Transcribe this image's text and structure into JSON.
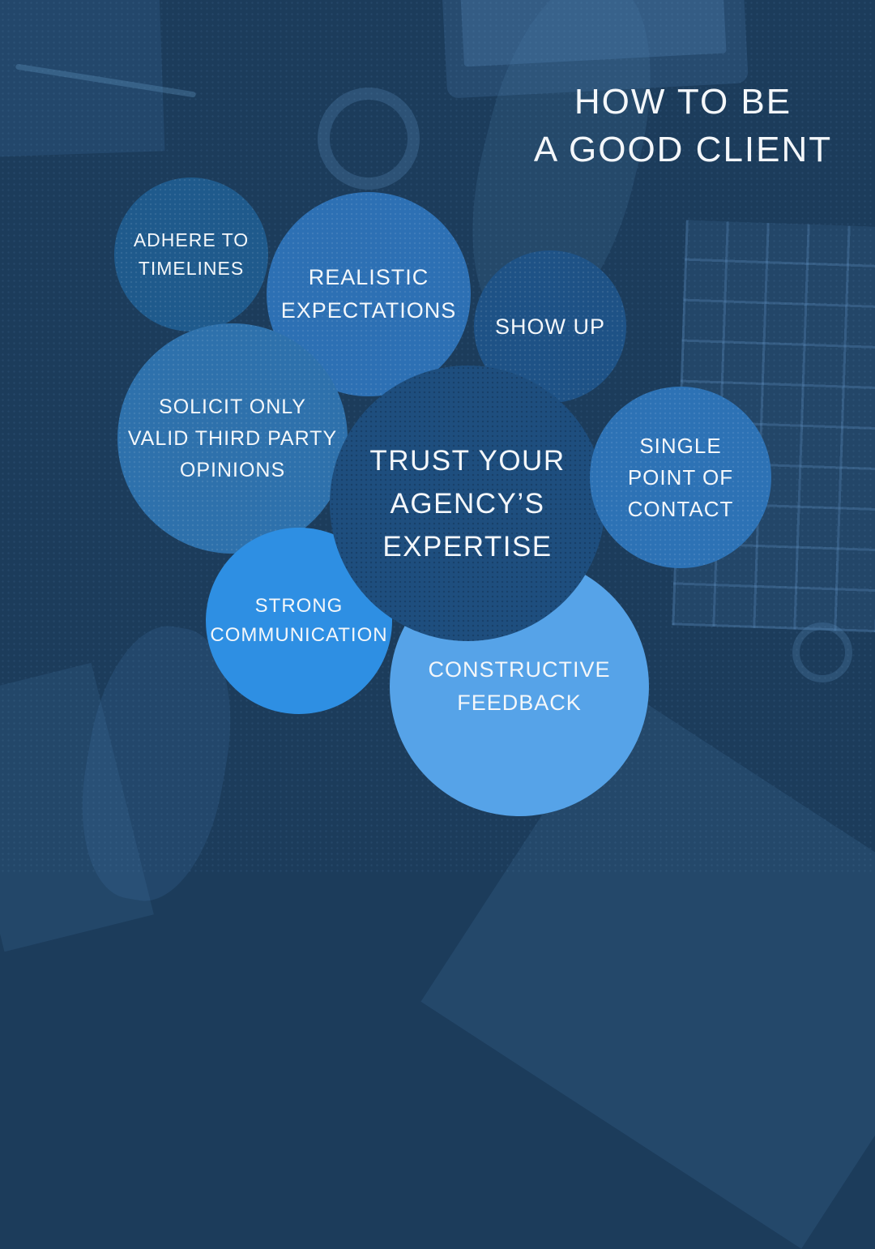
{
  "title": {
    "lines": [
      "HOW TO BE",
      "A GOOD CLIENT"
    ],
    "color": "#f4f7fa"
  },
  "background": {
    "base_color": "#1c3c5b",
    "photo_items": [
      "laptop-panel",
      "pen",
      "tablet",
      "arm",
      "coffee-cup",
      "keyboard",
      "small-ring",
      "notebook-bottom-right",
      "notebook-bottom-left",
      "hand-with-pen"
    ]
  },
  "bubbles": [
    {
      "name": "adhere-to-timelines",
      "lines": [
        "ADHERE TO",
        "TIMELINES"
      ],
      "color": "#1f5a8c"
    },
    {
      "name": "show-up",
      "lines": [
        "SHOW UP"
      ],
      "color": "#1e5286"
    },
    {
      "name": "realistic-expectations",
      "lines": [
        "REALISTIC",
        "EXPECTATIONS"
      ],
      "color": "#2d70b4"
    },
    {
      "name": "solicit-only-valid-third-party",
      "lines": [
        "SOLICIT ONLY",
        "VALID THIRD PARTY",
        "OPINIONS"
      ],
      "color": "#2e71ac"
    },
    {
      "name": "strong-communication",
      "lines": [
        "STRONG",
        "COMMUNICATION"
      ],
      "color": "#2e8fe3"
    },
    {
      "name": "constructive-feedback",
      "lines": [
        "CONSTRUCTIVE",
        "FEEDBACK"
      ],
      "color": "#56a3e8"
    },
    {
      "name": "trust-your-agencys-expertise",
      "lines": [
        "TRUST YOUR",
        "AGENCY’S",
        "EXPERTISE"
      ],
      "color": "#1e4e7e"
    },
    {
      "name": "single-point-of-contact",
      "lines": [
        "SINGLE",
        "POINT OF",
        "CONTACT"
      ],
      "color": "#2d72b5"
    }
  ]
}
